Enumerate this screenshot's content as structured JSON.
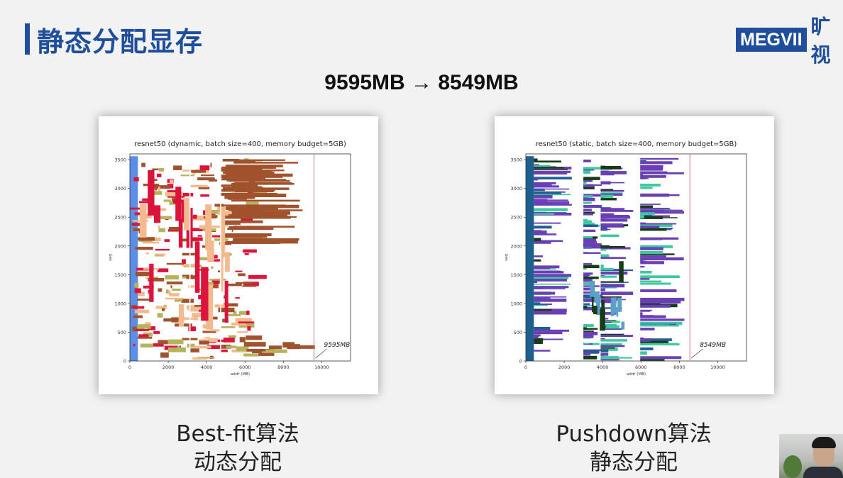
{
  "slide": {
    "title": "静态分配显存",
    "headline": "9595MB → 8549MB",
    "logo_text": "MEGVII",
    "logo_cn": "旷视"
  },
  "captions": [
    {
      "line1": "Best-fit算法",
      "line2": "动态分配"
    },
    {
      "line1": "Pushdown算法",
      "line2": "静态分配"
    }
  ],
  "chart_data": [
    {
      "type": "bar",
      "title": "resnet50 (dynamic, batch size=400, memory budget=5GB)",
      "xlabel": "addr (MB)",
      "ylabel": "seq",
      "xlim": [
        0,
        11500
      ],
      "ylim": [
        0,
        3600
      ],
      "xticks": [
        0,
        2000,
        4000,
        6000,
        8000,
        10000
      ],
      "yticks": [
        0,
        500,
        1000,
        1500,
        2000,
        2500,
        3000,
        3500
      ],
      "annotation": "9595MB",
      "peak_addr_mb": 9595,
      "colors": [
        "#a0522d",
        "#dc143c",
        "#f5b98e",
        "#b5b35c",
        "#5b8ee6",
        "#ffffff"
      ]
    },
    {
      "type": "bar",
      "title": "resnet50 (static, batch size=400, memory budget=5GB)",
      "xlabel": "addr (MB)",
      "ylabel": "seq",
      "xlim": [
        0,
        11500
      ],
      "ylim": [
        0,
        3600
      ],
      "xticks": [
        0,
        2000,
        4000,
        6000,
        8000,
        10000
      ],
      "yticks": [
        0,
        500,
        1000,
        1500,
        2000,
        2500,
        3000,
        3500
      ],
      "annotation": "8549MB",
      "peak_addr_mb": 8549,
      "colors": [
        "#6a3fb5",
        "#3cc9a0",
        "#173a17",
        "#1e5f8f",
        "#5aa0c8",
        "#ffffff"
      ]
    }
  ]
}
